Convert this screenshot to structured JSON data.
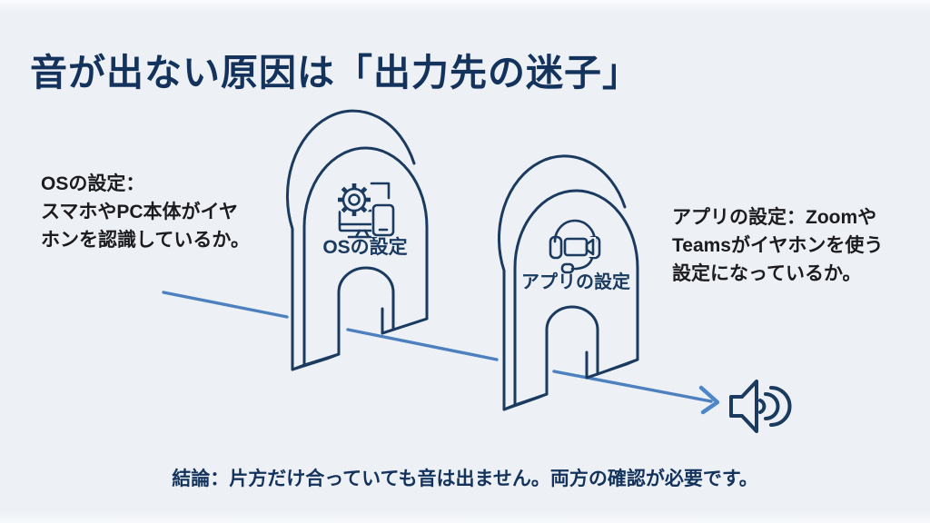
{
  "colors": {
    "background": "#edf0f5",
    "navy": "#1b3a5f",
    "title_navy": "#14335c",
    "text_dark": "#1c1c1e",
    "line_blue": "#4d80bf",
    "arrow_blue": "#4e86c8"
  },
  "slide": {
    "title": "音が出ない原因は「出力先の迷子」",
    "gates": {
      "os": {
        "label": "OSの設定",
        "note": "OSの設定：\nスマホやPC本体がイヤ\nホンを認識しているか。",
        "icon": "gear-computer-phone-icon"
      },
      "app": {
        "label": "アプリの設定",
        "note": "アプリの設定：Zoomや\nTeamsがイヤホンを使う\n設定になっているか。",
        "icon": "headset-video-call-icon"
      }
    },
    "flow": {
      "line_icon": "signal-path-line",
      "arrow_icon": "arrow-right-icon",
      "output_icon": "speaker-volume-icon"
    },
    "conclusion": "結論：片方だけ合っていても音は出ません。両方の確認が必要です。"
  }
}
